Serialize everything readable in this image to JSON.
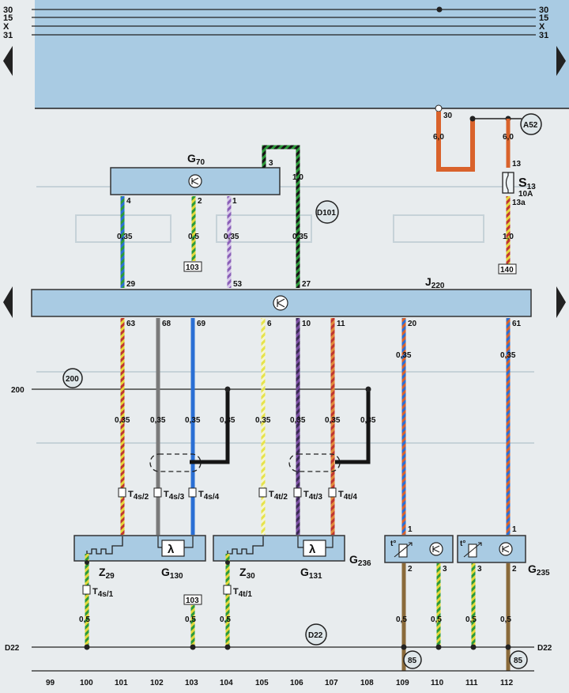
{
  "rails": {
    "left_labels": [
      "30",
      "15",
      "X",
      "31"
    ],
    "right_labels": [
      "30",
      "15",
      "X",
      "31"
    ],
    "left_200": "200",
    "left_d22": "D22",
    "right_d22": "D22"
  },
  "markers": {
    "a52": "A52",
    "d101": "D101",
    "m200": "200",
    "d22": "D22",
    "m85a": "85",
    "m85b": "85"
  },
  "components": {
    "g70": {
      "name": "G",
      "sub": "70"
    },
    "j220": {
      "name": "J",
      "sub": "220"
    },
    "s13": {
      "name": "S",
      "sub": "13",
      "rating": "10A"
    },
    "g130": {
      "name": "G",
      "sub": "130"
    },
    "g131": {
      "name": "G",
      "sub": "131"
    },
    "z29": {
      "name": "Z",
      "sub": "29"
    },
    "z30": {
      "name": "Z",
      "sub": "30"
    },
    "g236": {
      "name": "G",
      "sub": "236"
    },
    "g235": {
      "name": "G",
      "sub": "235"
    }
  },
  "refboxes": {
    "b103a": "103",
    "b140": "140",
    "b103b": "103"
  },
  "pins": {
    "g70_4": "4",
    "g70_2": "2",
    "g70_1": "1",
    "g70_3": "3",
    "j_29": "29",
    "j_53": "53",
    "j_27": "27",
    "j_63": "63",
    "j_68": "68",
    "j_69": "69",
    "j_6": "6",
    "j_10": "10",
    "j_11": "11",
    "j_20": "20",
    "j_61": "61",
    "p30": "30",
    "p13": "13",
    "p13a": "13a",
    "g236_1": "1",
    "g236_2": "2",
    "g236_3": "3",
    "g235_1": "1",
    "g235_2": "2",
    "g235_3": "3"
  },
  "wire_sizes": {
    "w035": "0,35",
    "w05": "0,5",
    "w10": "1,0",
    "w60": "6,0"
  },
  "connectors": {
    "t4s2": {
      "name": "T",
      "sub": "4s/2"
    },
    "t4s3": {
      "name": "T",
      "sub": "4s/3"
    },
    "t4s4": {
      "name": "T",
      "sub": "4s/4"
    },
    "t4t2": {
      "name": "T",
      "sub": "4t/2"
    },
    "t4t3": {
      "name": "T",
      "sub": "4t/3"
    },
    "t4t4": {
      "name": "T",
      "sub": "4t/4"
    },
    "t4s1": {
      "name": "T",
      "sub": "4s/1"
    },
    "t4t1": {
      "name": "T",
      "sub": "4t/1"
    }
  },
  "temp_symbol": "t°",
  "icons": [
    "left-arrow-icon",
    "right-arrow-icon",
    "transistor-icon",
    "lambda-icon",
    "heater-icon",
    "thermistor-icon",
    "fuse-icon"
  ],
  "colors": {
    "panel": "#a9cbe3",
    "panel_stroke": "#333333",
    "bg": "#e8ecee",
    "orange": "#d9622b",
    "brown": "#8a6a3a",
    "green": "#2c9a3a",
    "yellow": "#e6d83a",
    "blue": "#2a6fd4",
    "violet": "#7b4fa3",
    "grey": "#7a7a7a",
    "red": "#c0362f",
    "black": "#151515"
  },
  "columns": [
    "99",
    "100",
    "101",
    "102",
    "103",
    "104",
    "105",
    "106",
    "107",
    "108",
    "109",
    "110",
    "111",
    "112"
  ]
}
